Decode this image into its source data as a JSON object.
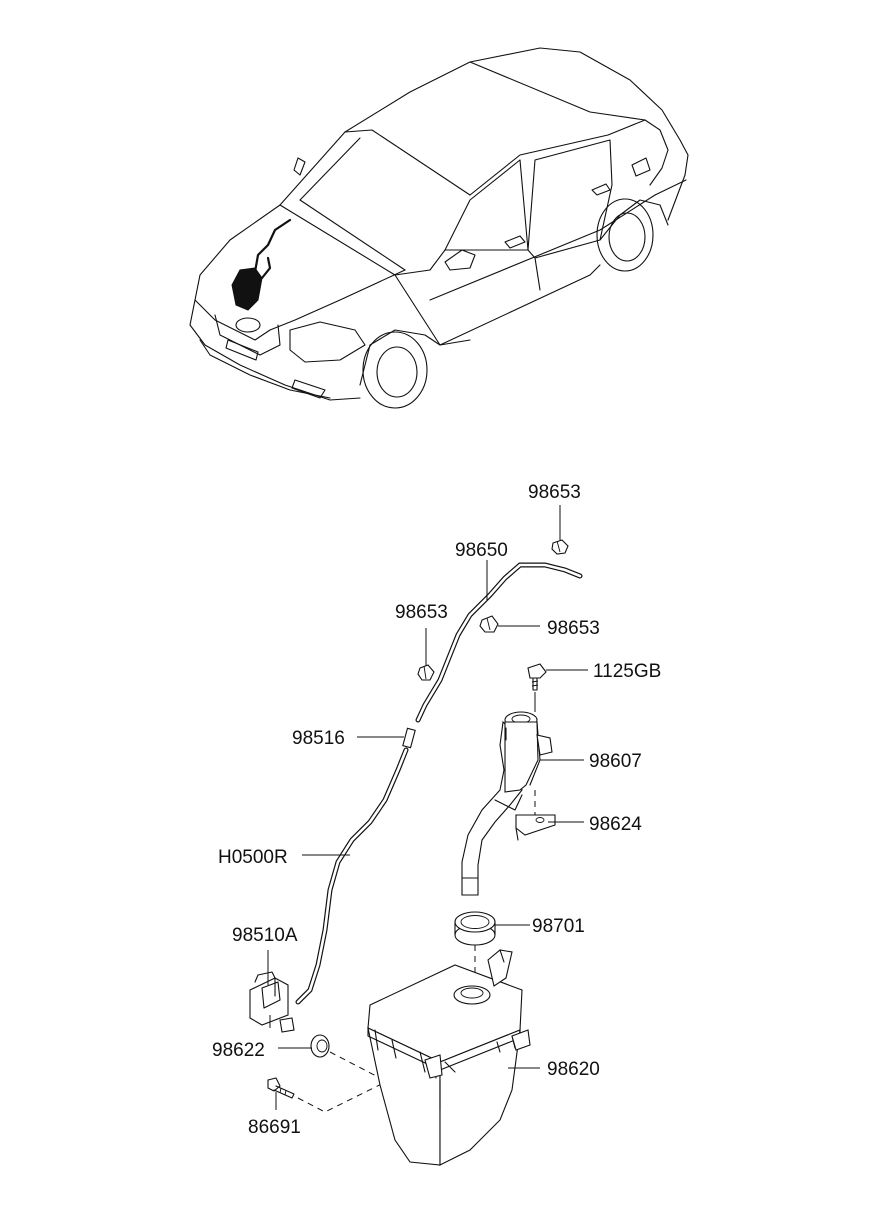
{
  "labels": {
    "p98653_top": "98653",
    "p98650": "98650",
    "p98653_left": "98653",
    "p98653_right": "98653",
    "p1125GB": "1125GB",
    "p98516": "98516",
    "p98607": "98607",
    "p98624": "98624",
    "pH0500R": "H0500R",
    "p98701": "98701",
    "p98510A": "98510A",
    "p98622": "98622",
    "p98620": "98620",
    "p86691": "86691"
  }
}
